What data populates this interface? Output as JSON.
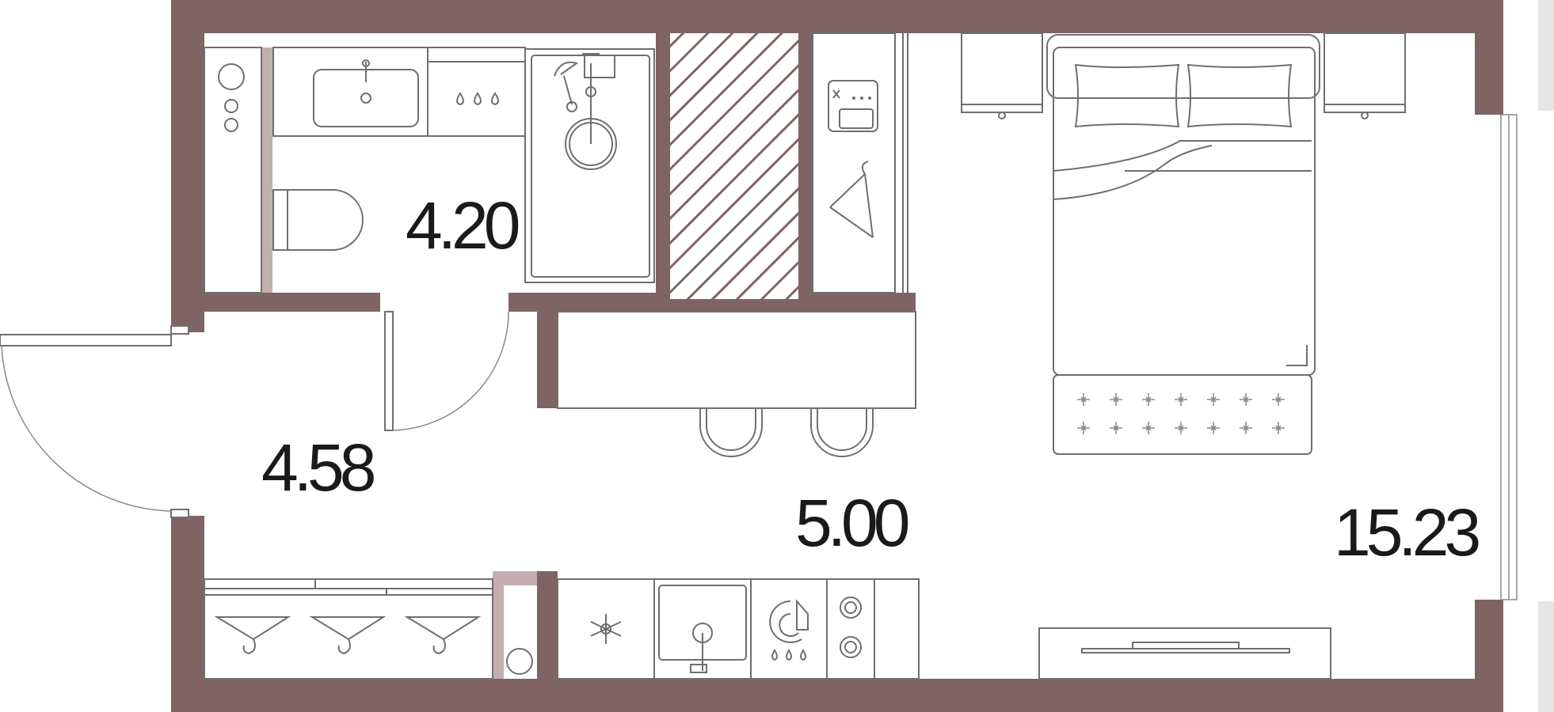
{
  "plan": {
    "colors": {
      "wall": "#7f6465",
      "partition": "#c4aeb0",
      "furniture_line": "#6f6f6f",
      "background": "#ffffff",
      "label": "#1a1a1a"
    },
    "areas": {
      "bathroom": "4.20",
      "hallway": "4.58",
      "kitchen": "5.00",
      "living": "15.23"
    },
    "icons": [
      "sink-icon",
      "toilet-icon",
      "shower-icon",
      "washing-machine-icon",
      "hanger-icon",
      "bed-icon",
      "fridge-icon",
      "stove-icon",
      "tv-icon",
      "chair-icon"
    ]
  }
}
